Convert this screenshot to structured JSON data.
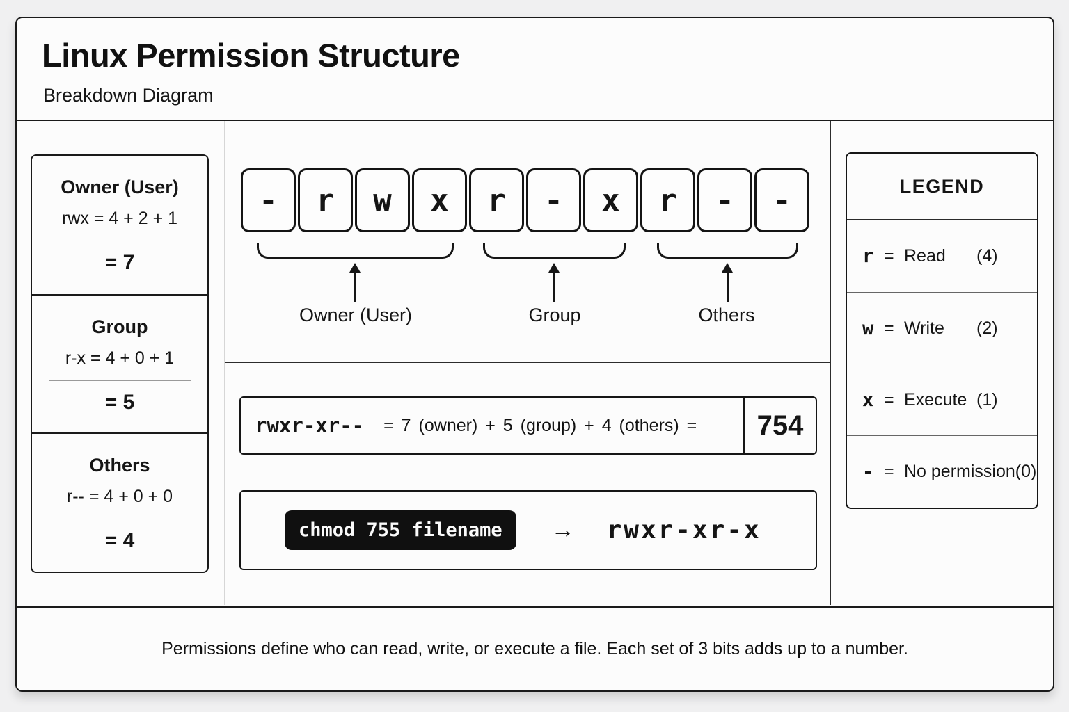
{
  "header": {
    "title": "Linux Permission Structure",
    "subtitle": "Breakdown Diagram"
  },
  "left_panel": {
    "sections": [
      {
        "title": "Owner (User)",
        "formula": "rwx = 4 + 2 + 1",
        "total": "= 7"
      },
      {
        "title": "Group",
        "formula": "r-x = 4 + 0 + 1",
        "total": "= 5"
      },
      {
        "title": "Others",
        "formula": "r-- = 4 + 0 + 0",
        "total": "= 4"
      }
    ]
  },
  "permission_bits": {
    "chars": [
      "-",
      "r",
      "w",
      "x",
      "r",
      "-",
      "x",
      "r",
      "-",
      "-"
    ],
    "groups": [
      {
        "label": "Owner (User)"
      },
      {
        "label": "Group"
      },
      {
        "label": "Others"
      }
    ]
  },
  "octal_formula": {
    "symbolic": "rwxr-xr--",
    "equation": "=  7 (owner)  +  5 (group)  +  4 (others)  =",
    "result": "754"
  },
  "chmod_example": {
    "command": "chmod 755 filename",
    "arrow": "→",
    "result": "rwxr-xr-x"
  },
  "legend": {
    "title": "LEGEND",
    "items": [
      {
        "symbol": "r",
        "eq": "=",
        "name": "Read",
        "value": "(4)"
      },
      {
        "symbol": "w",
        "eq": "=",
        "name": "Write",
        "value": "(2)"
      },
      {
        "symbol": "x",
        "eq": "=",
        "name": "Execute",
        "value": "(1)"
      },
      {
        "symbol": "-",
        "eq": "=",
        "name": "No permission",
        "value": "(0)"
      }
    ]
  },
  "footer": {
    "note": "Permissions define who can read, write, or execute a file. Each set of 3 bits adds up to a number."
  },
  "colors": {
    "page_bg": "#f0f0f1",
    "card_bg": "#fcfcfc",
    "border_dark": "#1a1a1a",
    "pill_bg": "#101010",
    "pill_text": "#fafafa"
  }
}
